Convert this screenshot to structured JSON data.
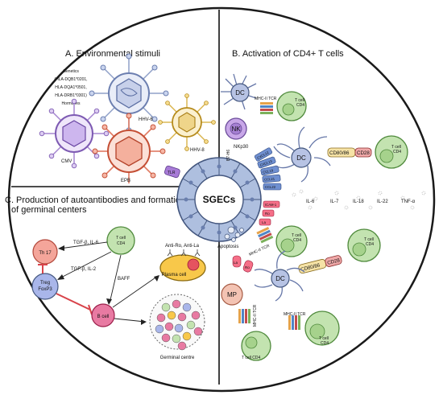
{
  "panels": {
    "a_title": "A. Environmental stimuli",
    "b_title": "B. Activation of CD4+ T cells",
    "c_title_line1": "C. Production of autoantibodies and formation",
    "c_title_line2": "of germinal centers"
  },
  "panel_a": {
    "genetics_lines": [
      "Genetics",
      "(HLA-DQB1*0201,",
      "HLA-DQA1*0501,",
      "HLA-DRB1*0301)",
      "Hormones"
    ],
    "viruses": [
      "HHV-6",
      "HHV-8",
      "CMV",
      "EPB"
    ],
    "tlr": "TLR"
  },
  "center": {
    "label": "SGECs",
    "apoptosis": "Apoptosis",
    "receptors": [
      "CXCL12",
      "CXCL13",
      "CCL19",
      "CCL21",
      "CCL22",
      "ICAM-1",
      "Ro",
      "La"
    ]
  },
  "panel_b": {
    "dc": "DC",
    "nk": "NK",
    "nkp30": "NKp30",
    "b7h6": "B7-H6",
    "mhc_tcr": "MHC-II TCR",
    "mhc_tcr_vert": "MHC-II TCR",
    "tcell": "T cell",
    "cd4": "CD4",
    "cd80_86": "CD80/86",
    "cd28": "CD28",
    "cytokines": [
      "IL-6",
      "IL-7",
      "IL-18",
      "IL-22",
      "TNF-α"
    ],
    "mp": "MP",
    "tcell_cd4_inline": "T cell CD4",
    "ro": "Ro",
    "la": "La"
  },
  "panel_c": {
    "th17": "Th 17",
    "tcell": "T cell",
    "cd4": "CD4",
    "treg": "Treg",
    "foxp3": "FoxP3",
    "bcell": "B cell",
    "plasma": "Plasma cell",
    "anti": "Anti-Ro, Anti-La",
    "tgf_il6": "TGF-β, IL-6",
    "tgf_il2": "TGF-β, IL-2",
    "baff": "BAFF",
    "germinal": "Germinal centre"
  },
  "colors": {
    "divider": "#111111",
    "circle_stroke": "#1a1a1a",
    "sgec_fill": "#a9b9d8",
    "tcell": "#b9dfa6",
    "dc": "#b7c3e4",
    "th17": "#f4a59a",
    "treg": "#a9b6ea",
    "bcell": "#e87aa2",
    "plasma": "#f8c84a",
    "nk": "#c8a7e8",
    "cd80": "#f6e3a6",
    "cd28": "#f0a9a9"
  }
}
